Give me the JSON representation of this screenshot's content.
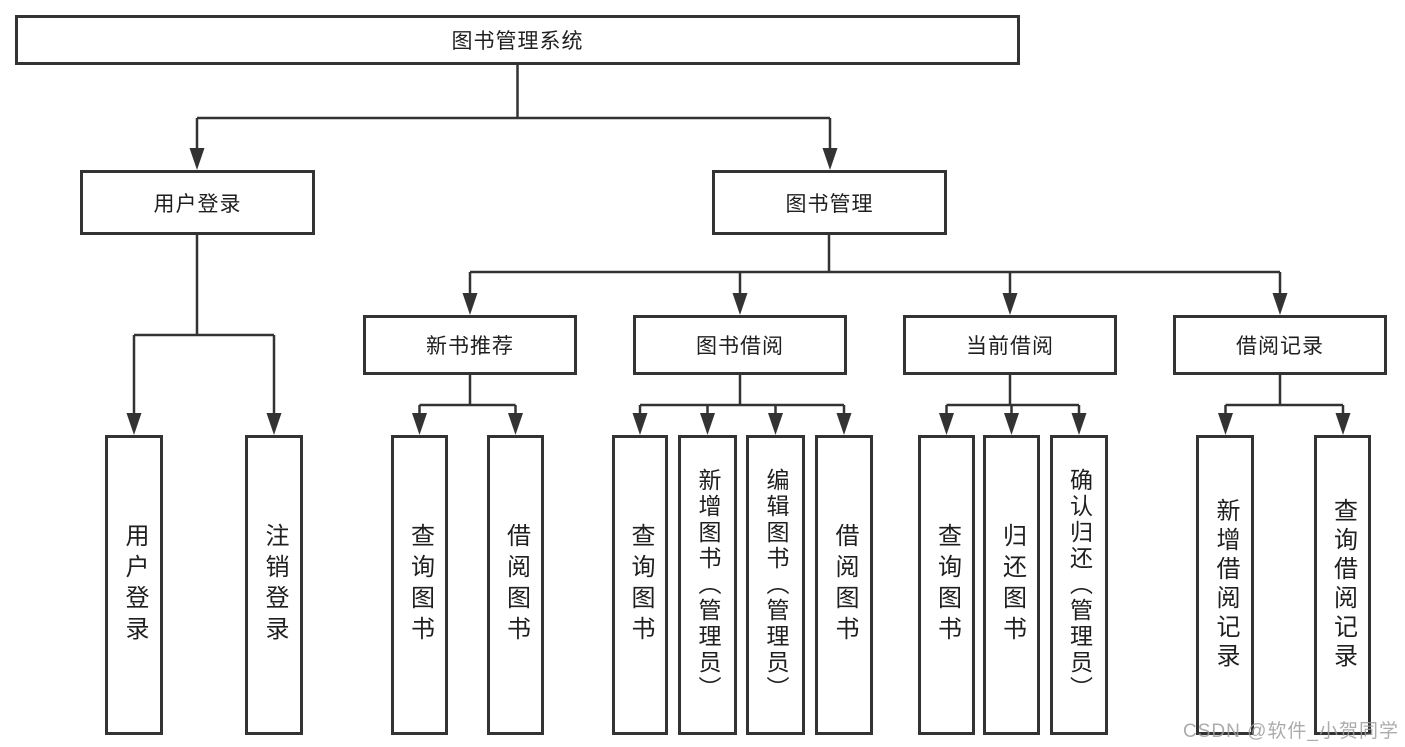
{
  "diagram": {
    "root": {
      "label": "图书管理系统"
    },
    "level2": [
      {
        "label": "用户登录"
      },
      {
        "label": "图书管理"
      }
    ],
    "level3": [
      {
        "label": "新书推荐"
      },
      {
        "label": "图书借阅"
      },
      {
        "label": "当前借阅"
      },
      {
        "label": "借阅记录"
      }
    ],
    "leaves": [
      {
        "label": "用户登录"
      },
      {
        "label": "注销登录"
      },
      {
        "label": "查询图书"
      },
      {
        "label": "借阅图书"
      },
      {
        "label": "查询图书"
      },
      {
        "label": "新增图书（管理员）"
      },
      {
        "label": "编辑图书（管理员）"
      },
      {
        "label": "借阅图书"
      },
      {
        "label": "查询图书"
      },
      {
        "label": "归还图书"
      },
      {
        "label": "确认归还（管理员）"
      },
      {
        "label": "新增借阅记录"
      },
      {
        "label": "查询借阅记录"
      }
    ]
  },
  "watermark": "CSDN @软件_小贺同学",
  "colors": {
    "line": "#333333",
    "text": "#1f1f1f",
    "watermark": "#9e9e9e"
  }
}
